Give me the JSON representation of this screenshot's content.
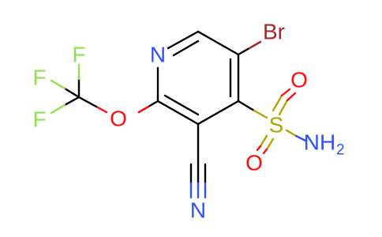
{
  "molecule": {
    "atoms": {
      "N_ring": "N",
      "Br": "Br",
      "O_ether": "O",
      "F1": "F",
      "F2": "F",
      "F3": "F",
      "S": "S",
      "O_s1": "O",
      "O_s2": "O",
      "N_amide": "NH",
      "N_amide_sub": "2",
      "N_nitrile": "N"
    },
    "colors": {
      "carbon_bond": "#000000",
      "nitrogen": "#3050F8",
      "oxygen": "#FF0D0D",
      "fluorine": "#90E050",
      "bromine": "#A62929",
      "sulfur": "#B2A500"
    }
  }
}
